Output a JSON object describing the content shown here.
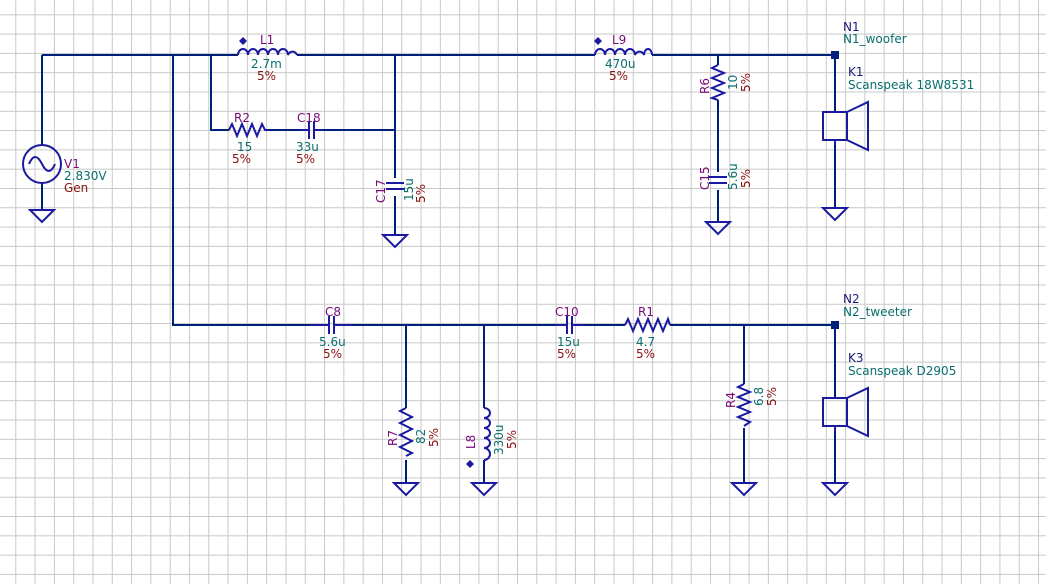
{
  "colors": {
    "wire": "#001f7a",
    "component": "#1a1aa0",
    "ref": "#7a0a7a",
    "value": "#0a6e6e",
    "tolerance": "#8b1010",
    "grid": "#c8c8c8"
  },
  "source": {
    "ref": "V1",
    "value": "2.830V",
    "name": "Gen"
  },
  "components": {
    "L1": {
      "ref": "L1",
      "value": "2.7m",
      "tol": "5%"
    },
    "R2": {
      "ref": "R2",
      "value": "15",
      "tol": "5%"
    },
    "C18": {
      "ref": "C18",
      "value": "33u",
      "tol": "5%"
    },
    "C17": {
      "ref": "C17",
      "value": "15u",
      "tol": "5%"
    },
    "L9": {
      "ref": "L9",
      "value": "470u",
      "tol": "5%"
    },
    "R6": {
      "ref": "R6",
      "value": "10",
      "tol": "5%"
    },
    "C15": {
      "ref": "C15",
      "value": "5.6u",
      "tol": "5%"
    },
    "C8": {
      "ref": "C8",
      "value": "5.6u",
      "tol": "5%"
    },
    "R7": {
      "ref": "R7",
      "value": "82",
      "tol": "5%"
    },
    "L8": {
      "ref": "L8",
      "value": "330u",
      "tol": "5%"
    },
    "C10": {
      "ref": "C10",
      "value": "15u",
      "tol": "5%"
    },
    "R1": {
      "ref": "R1",
      "value": "4.7",
      "tol": "5%"
    },
    "R4": {
      "ref": "R4",
      "value": "6.8",
      "tol": "5%"
    }
  },
  "nodes": {
    "N1": {
      "ref": "N1",
      "name": "N1_woofer"
    },
    "N2": {
      "ref": "N2",
      "name": "N2_tweeter"
    }
  },
  "speakers": {
    "K1": {
      "ref": "K1",
      "name": "Scanspeak 18W8531"
    },
    "K3": {
      "ref": "K3",
      "name": "Scanspeak D2905"
    }
  }
}
